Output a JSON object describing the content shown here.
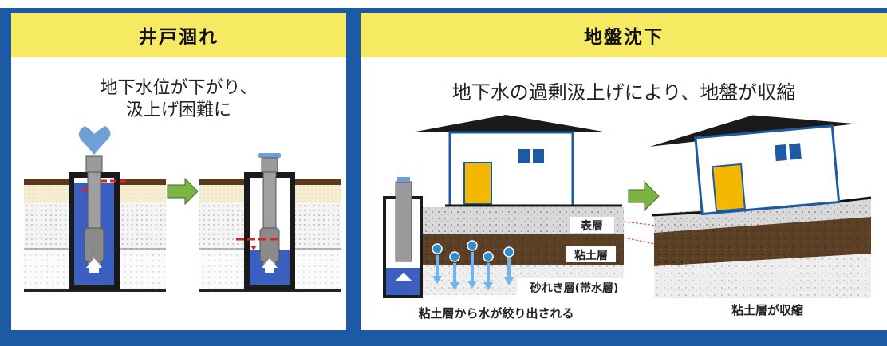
{
  "left_panel": {
    "title": "井戸涸れ",
    "desc_line1": "地下水位が下がり、",
    "desc_line2": "汲上げ困難に"
  },
  "right_panel": {
    "title": "地盤沈下",
    "desc": "地下水の過剰汲上げにより、地盤が収縮",
    "layer_surface": "表層",
    "layer_clay": "粘土層",
    "layer_gravel": "砂れき層(帯水層)",
    "caption_left": "粘土層から水が絞り出される",
    "caption_right": "粘土層が収縮"
  },
  "colors": {
    "frame_blue": "#1d5aa6",
    "header_yellow": "#f7ea63",
    "water_blue": "#3b5fc0",
    "arrow_green": "#7cb342",
    "warning_red": "#e02020",
    "door_yellow": "#f5b800"
  }
}
